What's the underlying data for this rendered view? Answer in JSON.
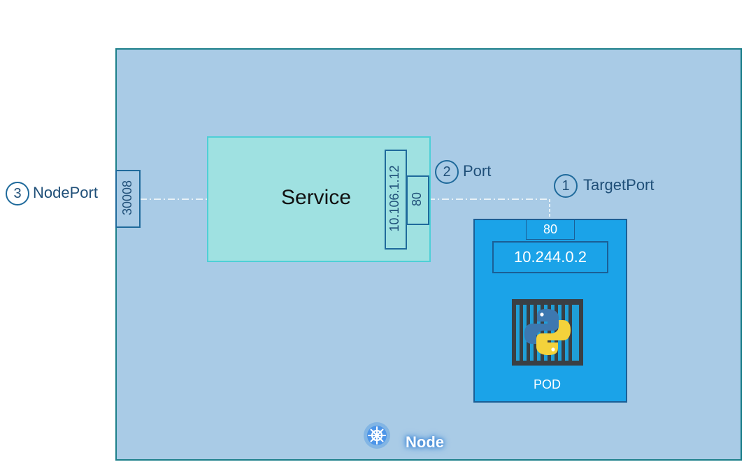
{
  "node": {
    "label": "Node",
    "icon": "kubernetes-helm-icon"
  },
  "service": {
    "label": "Service",
    "cluster_ip": "10.106.1.12",
    "port": "80"
  },
  "node_port": {
    "value": "30008"
  },
  "annotations": {
    "nodeport": {
      "number": "3",
      "label": "NodePort"
    },
    "port": {
      "number": "2",
      "label": "Port"
    },
    "targetport": {
      "number": "1",
      "label": "TargetPort"
    }
  },
  "pod": {
    "port": "80",
    "ip": "10.244.0.2",
    "label": "POD",
    "icon": "python-container-icon"
  },
  "colors": {
    "node_bg": "#a9cbe6",
    "node_border": "#1c7f8a",
    "service_bg": "#9fe1e1",
    "pod_bg": "#1ba3e8",
    "text": "#1f4f78"
  }
}
